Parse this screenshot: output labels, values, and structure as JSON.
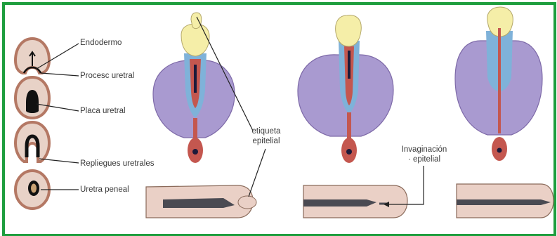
{
  "frame_color": "#1e9e3e",
  "colors": {
    "mesoderm": "#a99ad0",
    "mesoderm_stroke": "#7e6aa8",
    "glans": "#f5eea8",
    "glans_stroke": "#b4a86a",
    "epithelium": "#7fb2d9",
    "urethra": "#c4574f",
    "urethra_dark": "#1c1a3a",
    "section_ring": "#b47864",
    "section_fill": "#e8d2c7",
    "tissue": "#ead0c6",
    "tissue_stroke": "#8a6a5a",
    "cord": "#4a4a52"
  },
  "labels": {
    "endodermo": "Endodermo",
    "proceso_uretral": "Procesc uretral",
    "placa_uretral": "Placa uretral",
    "repliegues_uretrales": "Repliegues uretrales",
    "uretra_peneal": "Uretra peneal",
    "etiqueta_epitelial_1": "etiqueta",
    "etiqueta_epitelial_2": "epitelial",
    "invaginacion_1": "Invaginación",
    "invaginacion_2": "· epitelial"
  }
}
